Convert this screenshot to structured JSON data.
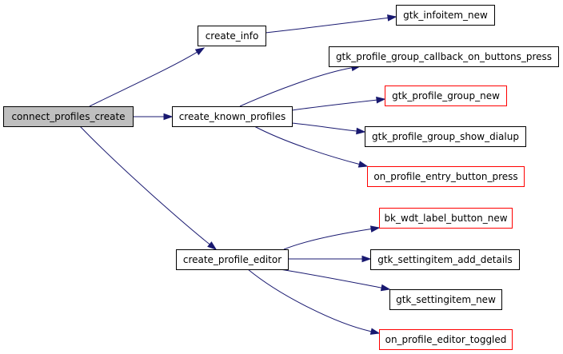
{
  "colors": {
    "edge": "#191970",
    "root_fill": "#bfbfbf",
    "normal_stroke": "#000000",
    "highlight_stroke": "#ff0000"
  },
  "nodes": {
    "connect_profiles_create": {
      "label": "connect_profiles_create",
      "style": "root"
    },
    "create_info": {
      "label": "create_info",
      "style": "normal"
    },
    "create_known_profiles": {
      "label": "create_known_profiles",
      "style": "normal"
    },
    "create_profile_editor": {
      "label": "create_profile_editor",
      "style": "normal"
    },
    "gtk_infoitem_new": {
      "label": "gtk_infoitem_new",
      "style": "normal"
    },
    "gtk_profile_group_callback_on_buttons_press": {
      "label": "gtk_profile_group_callback_on_buttons_press",
      "style": "normal"
    },
    "gtk_profile_group_new": {
      "label": "gtk_profile_group_new",
      "style": "red"
    },
    "gtk_profile_group_show_dialup": {
      "label": "gtk_profile_group_show_dialup",
      "style": "normal"
    },
    "on_profile_entry_button_press": {
      "label": "on_profile_entry_button_press",
      "style": "red"
    },
    "bk_wdt_label_button_new": {
      "label": "bk_wdt_label_button_new",
      "style": "red"
    },
    "gtk_settingitem_add_details": {
      "label": "gtk_settingitem_add_details",
      "style": "normal"
    },
    "gtk_settingitem_new": {
      "label": "gtk_settingitem_new",
      "style": "normal"
    },
    "on_profile_editor_toggled": {
      "label": "on_profile_editor_toggled",
      "style": "red"
    }
  },
  "edges": [
    {
      "from": "connect_profiles_create",
      "to": "create_info"
    },
    {
      "from": "connect_profiles_create",
      "to": "create_known_profiles"
    },
    {
      "from": "connect_profiles_create",
      "to": "create_profile_editor"
    },
    {
      "from": "create_info",
      "to": "gtk_infoitem_new"
    },
    {
      "from": "create_known_profiles",
      "to": "gtk_profile_group_callback_on_buttons_press"
    },
    {
      "from": "create_known_profiles",
      "to": "gtk_profile_group_new"
    },
    {
      "from": "create_known_profiles",
      "to": "gtk_profile_group_show_dialup"
    },
    {
      "from": "create_known_profiles",
      "to": "on_profile_entry_button_press"
    },
    {
      "from": "create_profile_editor",
      "to": "bk_wdt_label_button_new"
    },
    {
      "from": "create_profile_editor",
      "to": "gtk_settingitem_add_details"
    },
    {
      "from": "create_profile_editor",
      "to": "gtk_settingitem_new"
    },
    {
      "from": "create_profile_editor",
      "to": "on_profile_editor_toggled"
    }
  ]
}
